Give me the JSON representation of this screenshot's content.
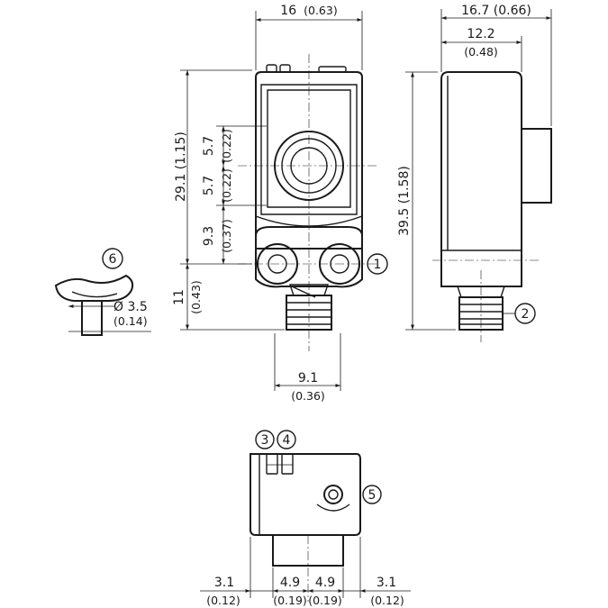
{
  "front_view": {
    "width": "16",
    "width_in": "(0.63)",
    "height": "29.1 (1.15)",
    "optic_up": "5.7",
    "optic_up_in": "(0.22)",
    "optic_down": "5.7",
    "optic_down_in": "(0.22)",
    "lower": "9.3",
    "lower_in": "(0.37)",
    "connector_height": "11",
    "connector_height_in": "(0.43)",
    "connector_width": "9.1",
    "connector_width_in": "(0.36)"
  },
  "side_view": {
    "depth": "16.7 (0.66)",
    "inner_depth": "12.2",
    "inner_depth_in": "(0.48)",
    "total_height": "39.5 (1.58)"
  },
  "bottom_view": {
    "left_offset": "3.1",
    "left_offset_in": "(0.12)",
    "left_half": "4.9",
    "left_half_in": "(0.19)",
    "right_half": "4.9",
    "right_half_in": "(0.19)",
    "right_offset": "3.1",
    "right_offset_in": "(0.12)"
  },
  "detail": {
    "diameter": "Ø 3.5",
    "diameter_in": "(0.14)"
  },
  "callouts": [
    "1",
    "2",
    "3",
    "4",
    "5",
    "6"
  ]
}
